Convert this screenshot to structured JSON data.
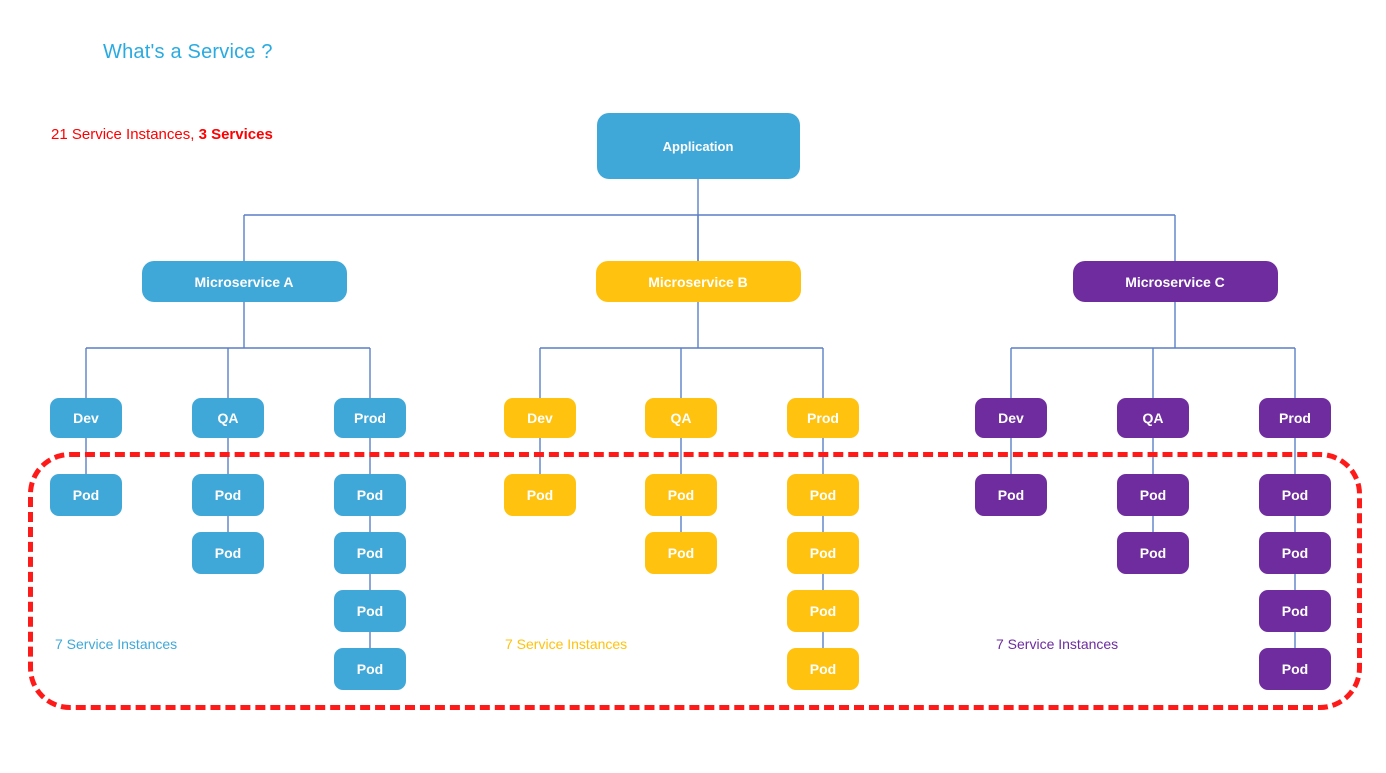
{
  "page": {
    "title": "What's a Service ?",
    "summary_prefix": "21 Service Instances, ",
    "summary_bold": "3 Services"
  },
  "colors": {
    "title": "#29ABE2",
    "summary": "#FF0000",
    "blue": "#3FA8D8",
    "amber": "#FFC20E",
    "purple": "#6E2C9E",
    "connector": "#5B7FC7",
    "dashed_highlight": "#FF1A1A"
  },
  "root": {
    "label": "Application",
    "color": "blue"
  },
  "microservices": [
    {
      "label": "Microservice A",
      "color": "blue",
      "instances_label": "7 Service Instances",
      "environments": [
        {
          "label": "Dev",
          "pods": [
            "Pod"
          ]
        },
        {
          "label": "QA",
          "pods": [
            "Pod",
            "Pod"
          ]
        },
        {
          "label": "Prod",
          "pods": [
            "Pod",
            "Pod",
            "Pod",
            "Pod"
          ]
        }
      ]
    },
    {
      "label": "Microservice B",
      "color": "amber",
      "instances_label": "7 Service Instances",
      "environments": [
        {
          "label": "Dev",
          "pods": [
            "Pod"
          ]
        },
        {
          "label": "QA",
          "pods": [
            "Pod",
            "Pod"
          ]
        },
        {
          "label": "Prod",
          "pods": [
            "Pod",
            "Pod",
            "Pod",
            "Pod"
          ]
        }
      ]
    },
    {
      "label": "Microservice C",
      "color": "purple",
      "instances_label": "7 Service Instances",
      "environments": [
        {
          "label": "Dev",
          "pods": [
            "Pod"
          ]
        },
        {
          "label": "QA",
          "pods": [
            "Pod",
            "Pod"
          ]
        },
        {
          "label": "Prod",
          "pods": [
            "Pod",
            "Pod",
            "Pod",
            "Pod"
          ]
        }
      ]
    }
  ],
  "highlight": {
    "name": "service-instances-highlight"
  }
}
